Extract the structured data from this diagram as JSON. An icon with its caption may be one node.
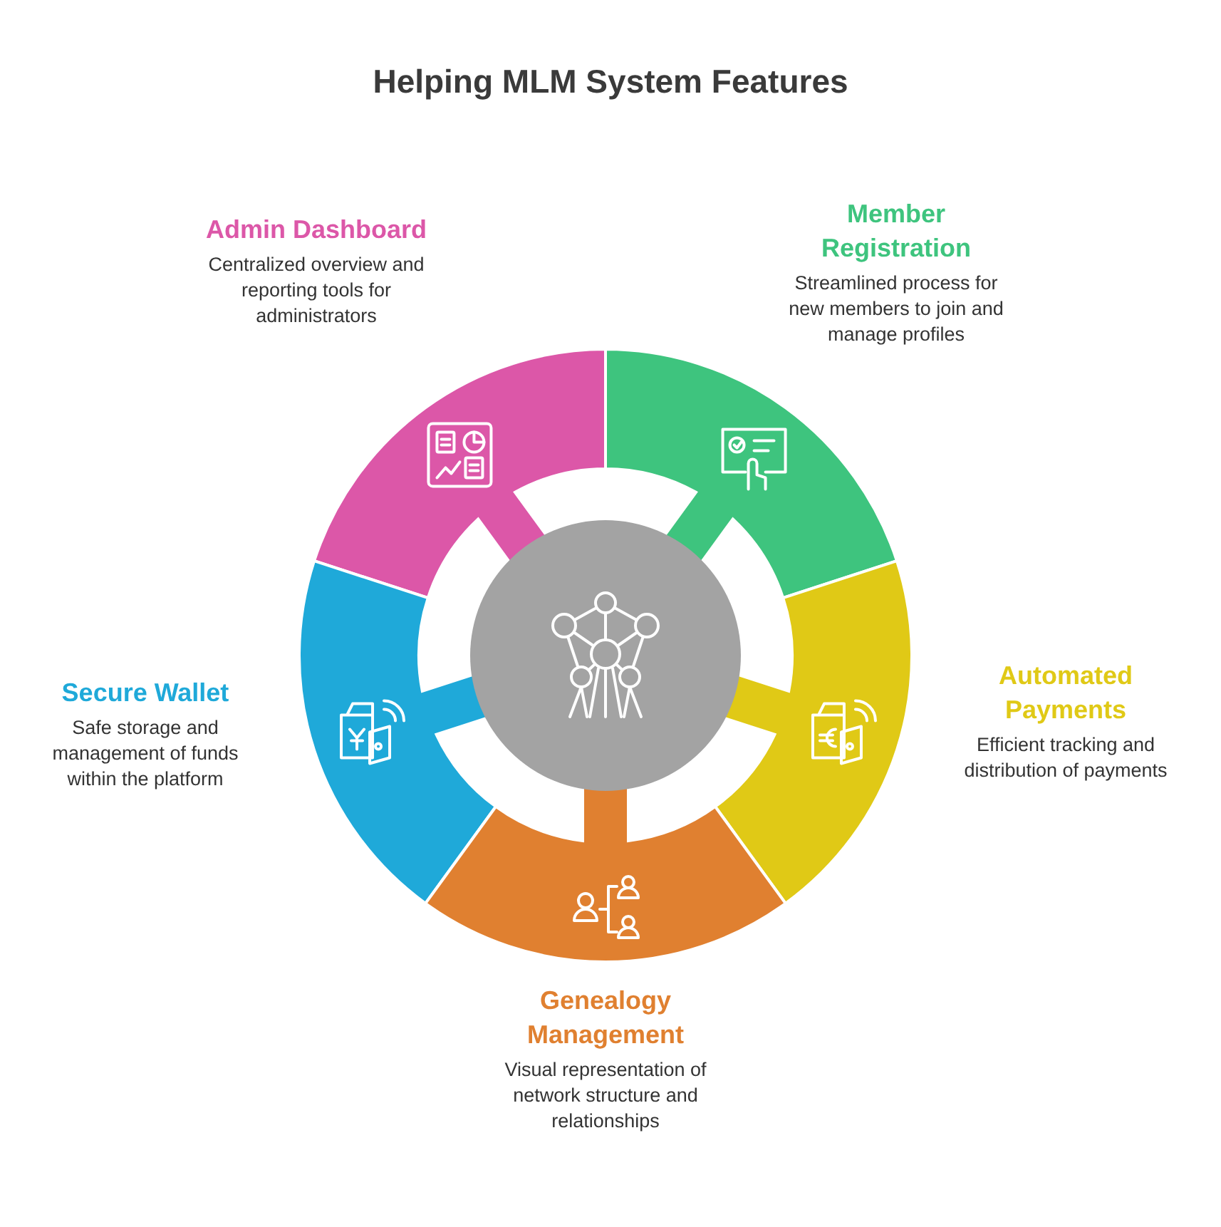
{
  "diagram": {
    "title": "Helping MLM System Features",
    "nodes": [
      {
        "text": [
          "Admin Dashboard",
          "Centralized overview and reporting tools for administrators"
        ]
      },
      {
        "text": [
          "Member Registration",
          "Streamlined process for new members to join and manage profiles"
        ]
      },
      {
        "text": [
          "Secure Wallet",
          "Safe storage and management of funds within the platform"
        ]
      },
      {
        "text": [
          "Automated Payments",
          "Efficient tracking and distribution of payments"
        ]
      },
      {
        "text": [
          "Genealogy Management",
          "Visual representation of network structure and relationships"
        ]
      },
      {
        "text": [],
        "shape": "circle"
      }
    ]
  }
}
